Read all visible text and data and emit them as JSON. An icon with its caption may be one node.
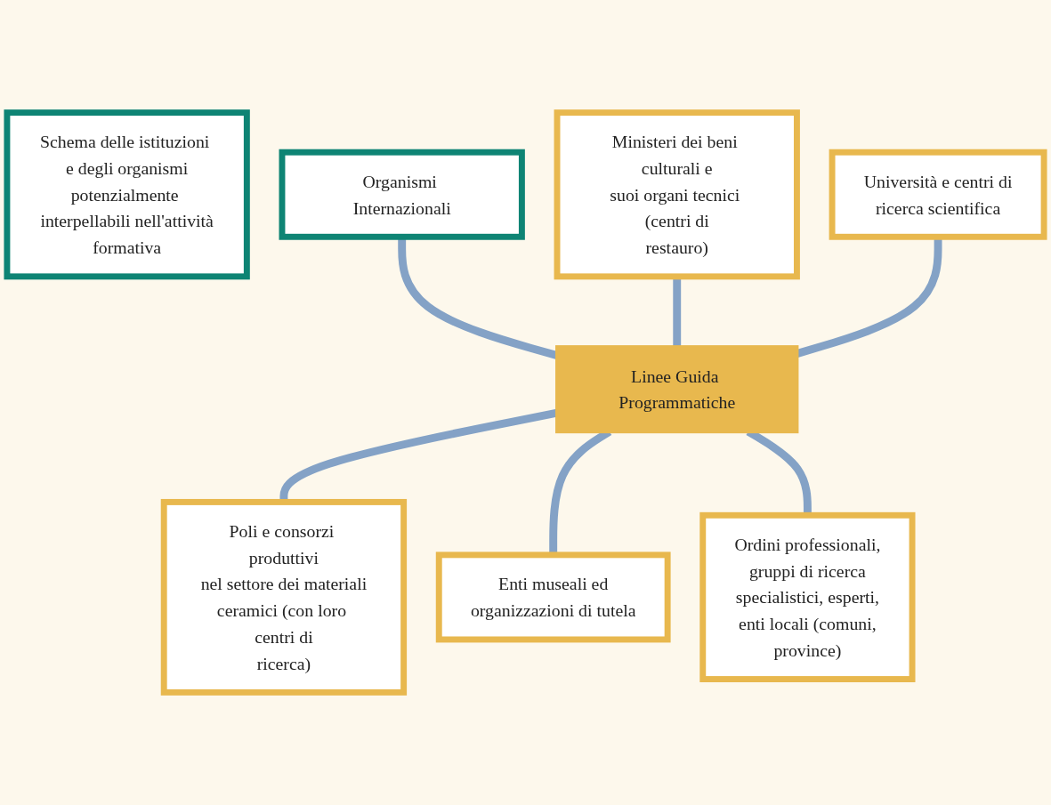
{
  "diagram": {
    "nodes": [
      {
        "text": [
          "Schema delle istituzioni e degli organismi potenzialmente interpellabili nell'attività formativa"
        ]
      },
      {
        "text": [
          "Organismi Internazionali"
        ]
      },
      {
        "text": [
          "Ministeri dei beni culturali e suoi organi tecnici (centri di restauro)"
        ]
      },
      {
        "text": [
          "Università e centri di ricerca scientifica"
        ]
      },
      {
        "text": [
          "Linee Guida Programmatiche"
        ]
      },
      {
        "text": [
          "Poli e consorzi produttivi nel settore dei materiali ceramici (con loro centri di ricerca)"
        ]
      },
      {
        "text": [
          "Enti museali ed organizzazioni di tutela"
        ]
      },
      {
        "text": [
          "Ordini professionali, gruppi di ricerca specialistici, esperti, enti locali (comuni, province)"
        ]
      }
    ],
    "edges": [
      {
        "from": 1,
        "to": 4,
        "arrow": "none"
      },
      {
        "from": 2,
        "to": 4,
        "arrow": "none"
      },
      {
        "from": 3,
        "to": 4,
        "arrow": "none"
      },
      {
        "from": 4,
        "to": 5,
        "arrow": "none"
      },
      {
        "from": 4,
        "to": 6,
        "arrow": "none"
      },
      {
        "from": 4,
        "to": 7,
        "arrow": "none"
      }
    ]
  }
}
